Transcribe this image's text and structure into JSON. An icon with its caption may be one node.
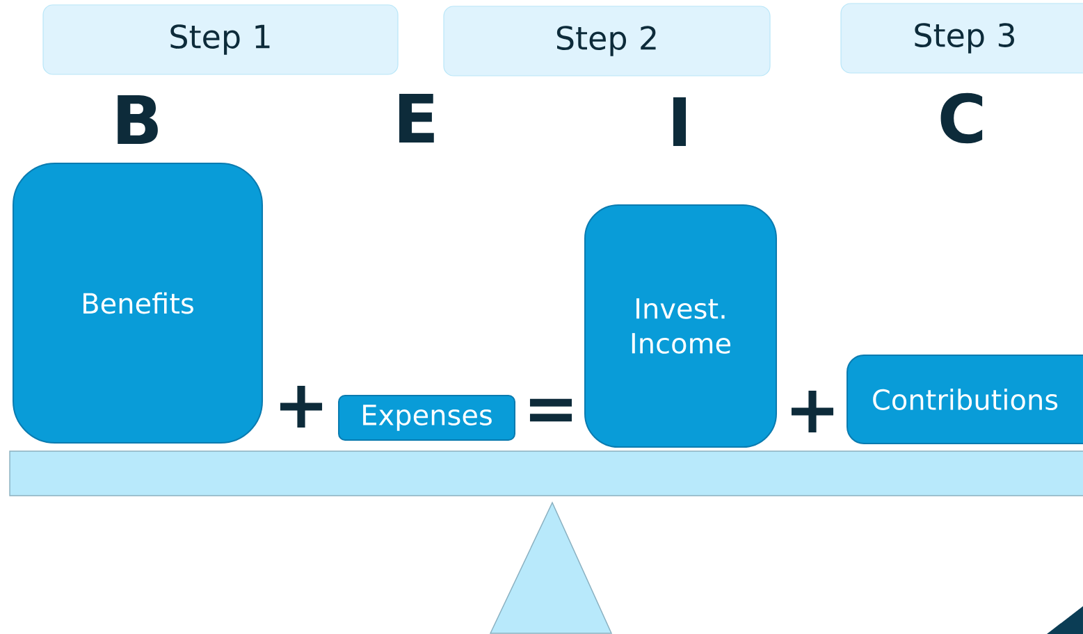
{
  "diagram": {
    "nodes": [
      {
        "text": [
          "Step 1"
        ]
      },
      {
        "text": [
          "Step 2"
        ]
      },
      {
        "text": [
          "Step 3"
        ]
      },
      {
        "text": [
          "Benefits"
        ]
      },
      {
        "text": [
          "Expenses"
        ]
      },
      {
        "text": [
          "Invest. Income"
        ]
      },
      {
        "text": [
          "Contributions"
        ]
      }
    ],
    "labels": [
      "B",
      "E",
      "I",
      "C",
      "+",
      "=",
      "+"
    ]
  }
}
